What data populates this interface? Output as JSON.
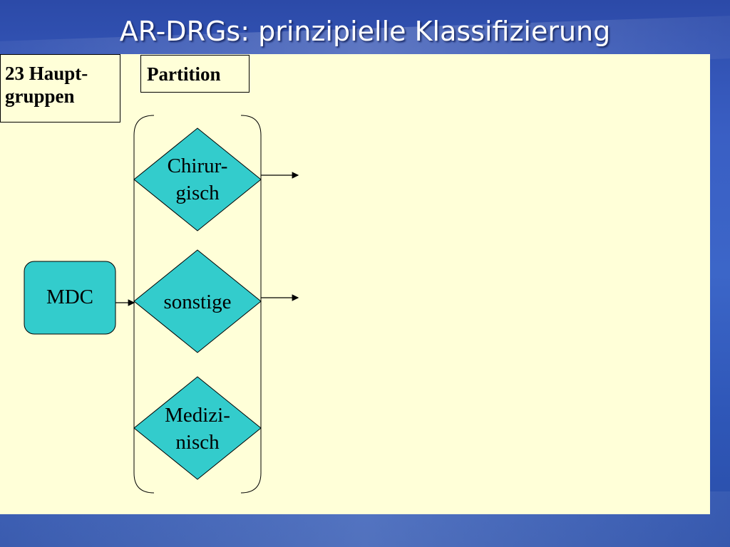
{
  "slide": {
    "title": "AR-DRGs: prinzipielle Klassifizierung"
  },
  "labels": {
    "hauptgruppen_line1": "23 Haupt-",
    "hauptgruppen_line2": "gruppen",
    "partition": "Partition"
  },
  "nodes": {
    "mdc": "MDC",
    "chirurgisch_line1": "Chirur-",
    "chirurgisch_line2": "gisch",
    "sonstige": "sonstige",
    "medizinisch_line1": "Medizi-",
    "medizinisch_line2": "nisch"
  },
  "colors": {
    "node_fill": "#33cccc",
    "panel_fill": "#ffffd8",
    "background": "#3a5fc4",
    "title_text": "#ffffff"
  }
}
